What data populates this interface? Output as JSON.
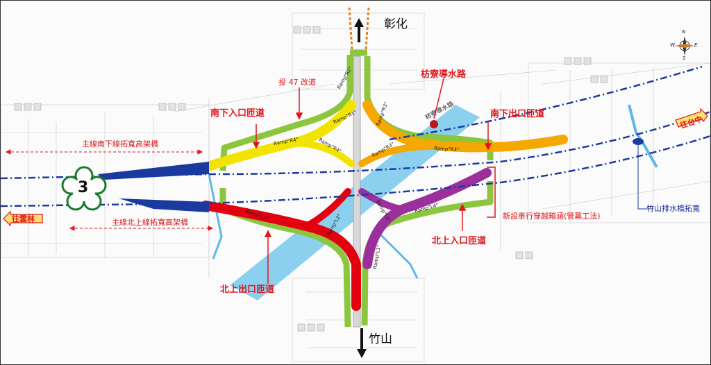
{
  "map": {
    "labels": {
      "north_city": "彰化",
      "south_city": "竹山",
      "west_dir": "往雲林",
      "east_dir": "往台中",
      "route_shield": "3",
      "ramp_sw_in": "南下入口匝道",
      "ramp_se_out": "南下出口匝道",
      "ramp_ne_in": "北上入口匝道",
      "ramp_nw_out": "北上出口匝道",
      "waterway": "枋寮導水路",
      "waterway_on_map": "枋寮導水路",
      "road_47": "投 47 改道",
      "main_south_bridge": "主線南下線拓寬高架橋",
      "main_north_bridge": "主線北上線拓寬高架橋",
      "culvert": "新設車行穿越箱涵(管幕工法)",
      "drain_bridge": "竹山排水橋拓寬",
      "ramp_r1": "Ramp\"R1\"",
      "ramp_r2": "Ramp\"R2\"",
      "ramp_r3": "Ramp\"R3\"",
      "ramp_r3b": "Ramp\"R3\"",
      "ramp_r4": "Ramp\"R4\"",
      "ramp_r4b": "Ramp\"R4\"",
      "ramp_l1": "Ramp\"L1\"",
      "ramp_l2": "Ramp\"L2\"",
      "ramp_l3": "Ramp\"L3\"",
      "ramp_l4": "Ramp\"L4\"",
      "ramp_l4b": "Ramp\"L4\"",
      "compass_n": "N",
      "compass_s": "S",
      "compass_e": "E",
      "compass_w": "W"
    },
    "colors": {
      "green_road": "#8cc63f",
      "yellow_ramp": "#f2e400",
      "orange_ramp": "#f5a800",
      "red_ramp": "#e3000f",
      "purple_ramp": "#9b2f9b",
      "blue_mainline": "#1a3aa0",
      "water": "#78c8ec",
      "label_red": "#e0161b"
    }
  }
}
